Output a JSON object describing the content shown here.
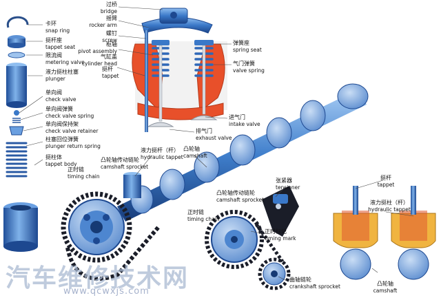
{
  "labels": {
    "snap_ring": {
      "zh": "卡环",
      "en": "snap ring"
    },
    "tappet_seat": {
      "zh": "挺杆座",
      "en": "tappet seat"
    },
    "metering_valve": {
      "zh": "限流阀",
      "en": "metering valve"
    },
    "plunger": {
      "zh": "液力挺柱柱塞",
      "en": "plunger"
    },
    "check_valve": {
      "zh": "单向阀",
      "en": "check valve"
    },
    "check_valve_spring": {
      "zh": "单向阀弹簧",
      "en": "check valve spring"
    },
    "check_valve_retainer": {
      "zh": "单向阀保持架",
      "en": "check valve retainer"
    },
    "plunger_return_spring": {
      "zh": "柱塞回位弹簧",
      "en": "plunger return spring"
    },
    "tappet_body": {
      "zh": "挺柱体",
      "en": "tappet body"
    },
    "bridge": {
      "zh": "过桥",
      "en": "bridge"
    },
    "rocker_arm": {
      "zh": "摇臂",
      "en": "rocker arm"
    },
    "screw": {
      "zh": "螺钉",
      "en": "screw"
    },
    "pivot_assembly": {
      "zh": "枢轴",
      "en": "pivot assembly"
    },
    "cylinder_head": {
      "zh": "气缸盖",
      "en": "cylinder head"
    },
    "tappet_top": {
      "zh": "挺杆",
      "en": "tappet"
    },
    "spring_seat": {
      "zh": "弹簧座",
      "en": "spring seat"
    },
    "valve_spring": {
      "zh": "气门弹簧",
      "en": "valve spring"
    },
    "intake_valve": {
      "zh": "进气门",
      "en": "intake valve"
    },
    "exhaust_valve": {
      "zh": "排气门",
      "en": "exhaust valve"
    },
    "hydraulic_tappet": {
      "zh": "液力挺杆（杆）",
      "en": "hydraulic tappet"
    },
    "camshaft_top": {
      "zh": "凸轮轴",
      "en": "camshaft"
    },
    "timing_chain_left": {
      "zh": "正时链",
      "en": "timing chain"
    },
    "camshaft_sprocket_left": {
      "zh": "凸轮轴传动链轮",
      "en": "camshaft sprocket"
    },
    "tensioner": {
      "zh": "张紧器",
      "en": "tensioner"
    },
    "camshaft_sprocket_mid": {
      "zh": "凸轮轴传动链轮",
      "en": "camshaft sprocket"
    },
    "timing_chain_mid": {
      "zh": "正时链",
      "en": "timing chain"
    },
    "timing_mark": {
      "zh": "正时标记",
      "en": "timing mark"
    },
    "crankshaft_sprocket": {
      "zh": "曲轴链轮",
      "en": "crankshaft sprocket"
    },
    "tappet_right": {
      "zh": "挺杆",
      "en": "tappet"
    },
    "hydraulic_tappet_right": {
      "zh": "液力挺柱（杆）",
      "en": "hydraulic tappet"
    },
    "camshaft_bottom": {
      "zh": "凸轮轴",
      "en": "camshaft"
    }
  },
  "watermark": {
    "site_name": "汽车维修技术网",
    "url": "www.qcwxjs.com"
  },
  "colors": {
    "part_blue": "#3a78c8",
    "part_blue_light": "#8ab8ec",
    "cylinder_head_red": "#e8502a",
    "chain_dark": "#1a1d28",
    "tappet_orange": "#f0b440"
  }
}
